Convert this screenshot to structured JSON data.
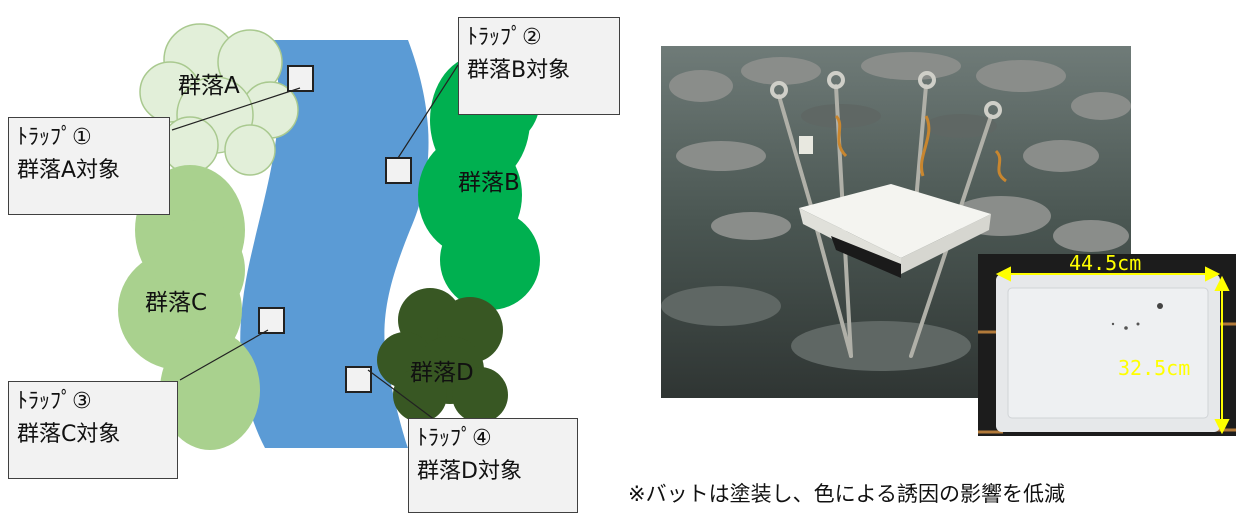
{
  "communities": {
    "a": "群落A",
    "b": "群落B",
    "c": "群落C",
    "d": "群落D"
  },
  "traps": [
    {
      "line1": "ﾄﾗｯﾌﾟ①",
      "line2": "群落A対象"
    },
    {
      "line1": "ﾄﾗｯﾌﾟ②",
      "line2": "群落B対象"
    },
    {
      "line1": "ﾄﾗｯﾌﾟ③",
      "line2": "群落C対象"
    },
    {
      "line1": "ﾄﾗｯﾌﾟ④",
      "line2": "群落D対象"
    }
  ],
  "tray": {
    "width_label": "44.5cm",
    "depth_label": "32.5cm",
    "dimension_color": "#ffff00"
  },
  "note": "※バットは塗装し、色による誘因の影響を低減",
  "colors": {
    "river": "#5b9bd5",
    "community_a": "#e2efd9",
    "community_b": "#00b050",
    "community_c": "#a9d18e",
    "community_d": "#385723"
  }
}
